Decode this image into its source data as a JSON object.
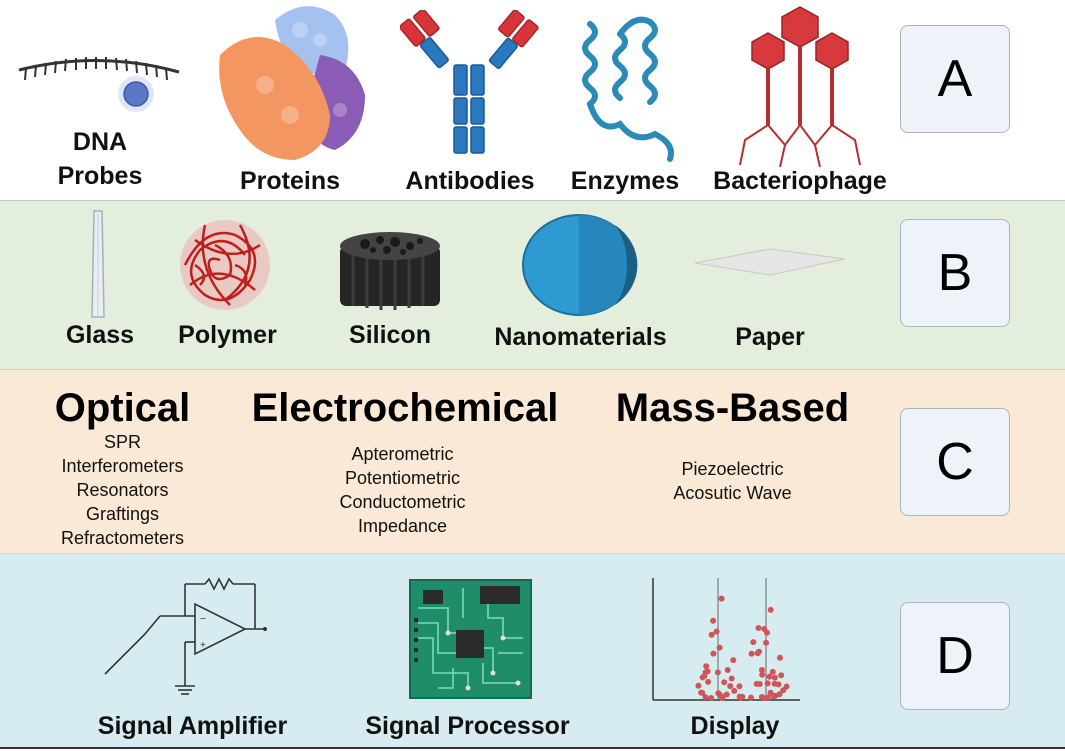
{
  "rows": {
    "A": {
      "letter": "A",
      "items": [
        {
          "label": "DNA Probes",
          "icon": "dna-probe-icon"
        },
        {
          "label": "Proteins",
          "icon": "protein-icon"
        },
        {
          "label": "Antibodies",
          "icon": "antibody-icon"
        },
        {
          "label": "Enzymes",
          "icon": "enzyme-icon"
        },
        {
          "label": "Bacteriophage",
          "icon": "bacteriophage-icon"
        }
      ]
    },
    "B": {
      "letter": "B",
      "items": [
        {
          "label": "Glass",
          "icon": "glass-slide-icon"
        },
        {
          "label": "Polymer",
          "icon": "polymer-ball-icon"
        },
        {
          "label": "Silicon",
          "icon": "silicon-block-icon"
        },
        {
          "label": "Nanomaterials",
          "icon": "nanomaterial-sphere-icon"
        },
        {
          "label": "Paper",
          "icon": "paper-sheet-icon"
        }
      ]
    },
    "C": {
      "letter": "C",
      "groups": [
        {
          "title": "Optical",
          "items": [
            "SPR",
            "Interferometers",
            "Resonators",
            "Graftings",
            "Refractometers"
          ]
        },
        {
          "title": "Electrochemical",
          "items": [
            "Apterometric",
            "Potentiometric",
            "Conductometric",
            "Impedance"
          ]
        },
        {
          "title": "Mass-Based",
          "items": [
            "Piezoelectric",
            "Acosutic Wave"
          ]
        }
      ]
    },
    "D": {
      "letter": "D",
      "items": [
        {
          "label": "Signal Amplifier",
          "icon": "op-amp-circuit-icon"
        },
        {
          "label": "Signal Processor",
          "icon": "circuit-board-icon"
        },
        {
          "label": "Display",
          "icon": "scatter-plot-icon"
        }
      ]
    }
  },
  "colors": {
    "band_b": "#e4eedd",
    "band_c": "#fae9d7",
    "band_d": "#d7ecf1",
    "antibody_blue": "#2a78c0",
    "antibody_red": "#d9343a",
    "enzyme_teal": "#2a8ab8",
    "phage_red": "#d7393d",
    "polymer_red": "#c0201d",
    "sphere_blue": "#2d9ad1",
    "board_green": "#1f8c6a",
    "dot_red": "#d05555"
  }
}
